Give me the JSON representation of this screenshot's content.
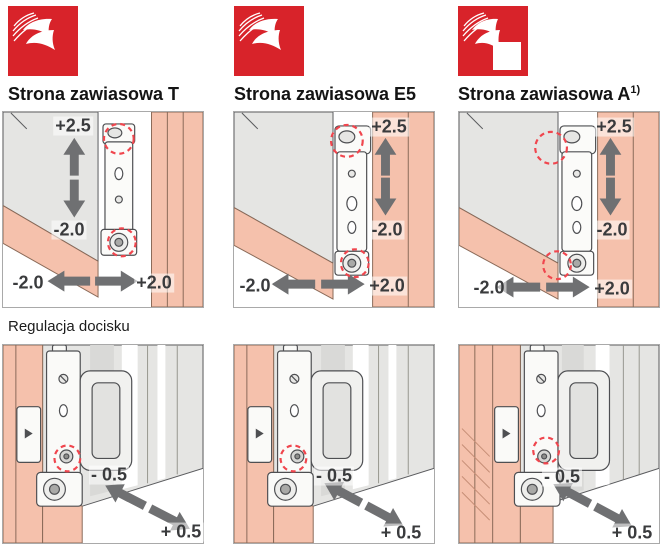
{
  "pressure_title": "Regulacja docisku",
  "columns": [
    {
      "heading": "Strona zawiasowa T",
      "heading_sup": "",
      "top": {
        "v_plus": "+2.5",
        "v_minus": "-2.0",
        "h_minus": "-2.0",
        "h_plus": "+2.0"
      },
      "bottom": {
        "minus": "- 0.5",
        "plus": "+ 0.5"
      }
    },
    {
      "heading": "Strona zawiasowa E5",
      "heading_sup": "",
      "top": {
        "v_plus": "+2.5",
        "v_minus": "-2.0",
        "h_minus": "-2.0",
        "h_plus": "+2.0"
      },
      "bottom": {
        "minus": "- 0.5",
        "plus": "+ 0.5"
      }
    },
    {
      "heading": "Strona zawiasowa A",
      "heading_sup": "1)",
      "top": {
        "v_plus": "+2.5",
        "v_minus": "-2.0",
        "h_minus": "-2.0",
        "h_plus": "+2.0"
      },
      "bottom": {
        "minus": "- 0.5",
        "plus": "+ 0.5"
      }
    }
  ],
  "colors": {
    "logo_red": "#d8232a",
    "frame_salmon": "#f5c1ac",
    "sash_gray": "#e5e5e3",
    "marker_red": "#f0464e",
    "arrow_gray": "#6f7072"
  }
}
